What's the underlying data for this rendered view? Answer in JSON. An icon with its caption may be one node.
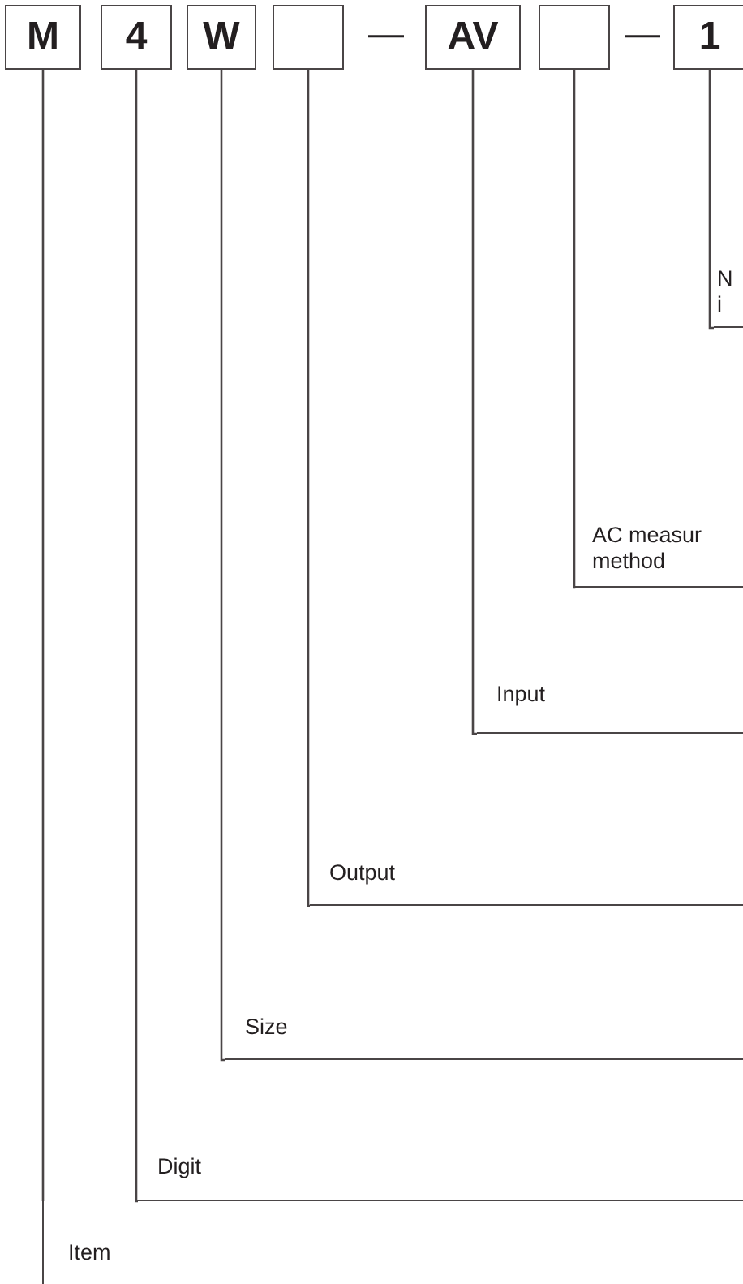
{
  "diagram": {
    "nodes": [
      {
        "text": [
          "M"
        ]
      },
      {
        "text": [
          "4"
        ]
      },
      {
        "text": [
          "W"
        ]
      },
      {
        "text": [],
        "shape": "box"
      },
      {
        "text": [
          "AV"
        ]
      },
      {
        "text": [],
        "shape": "box"
      },
      {
        "text": [
          "1"
        ]
      },
      {
        "text": [
          "N i"
        ]
      },
      {
        "text": [
          "AC measur method"
        ]
      },
      {
        "text": [
          "Input"
        ]
      },
      {
        "text": [
          "Output"
        ]
      },
      {
        "text": [
          "Size"
        ]
      },
      {
        "text": [
          "Digit"
        ]
      },
      {
        "text": [
          "Item"
        ]
      }
    ],
    "edges": [
      {
        "from": 6,
        "to": 7,
        "arrow": "none"
      },
      {
        "from": 5,
        "to": 8,
        "arrow": "none"
      },
      {
        "from": 4,
        "to": 9,
        "arrow": "none"
      },
      {
        "from": 3,
        "to": 10,
        "arrow": "none"
      },
      {
        "from": 2,
        "to": 11,
        "arrow": "none"
      },
      {
        "from": 1,
        "to": 12,
        "arrow": "none"
      },
      {
        "from": 0,
        "to": 13,
        "arrow": "none"
      }
    ],
    "labels": [
      "—",
      "—"
    ]
  }
}
